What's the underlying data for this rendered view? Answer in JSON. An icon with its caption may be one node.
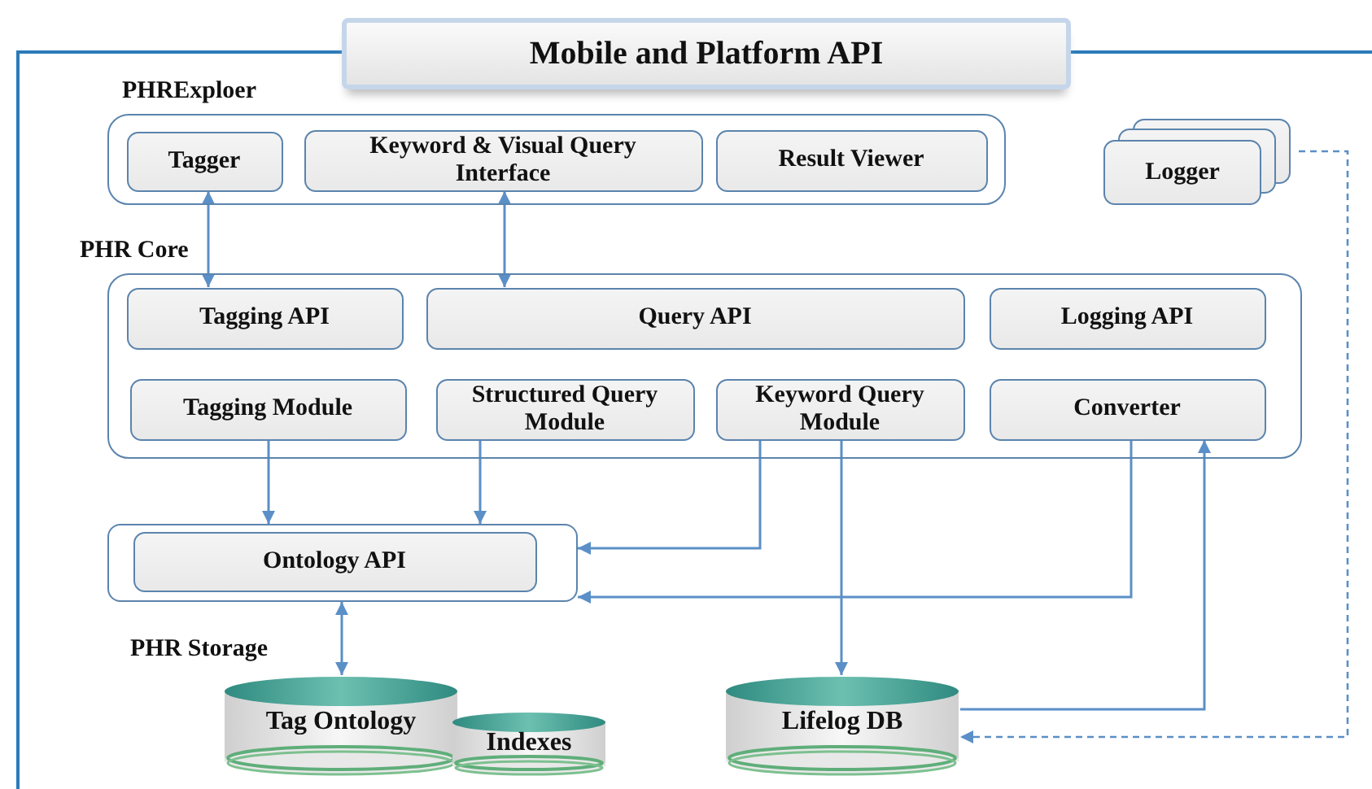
{
  "diagram": {
    "nodes": [
      {
        "text": [
          "Mobile and Platform API"
        ]
      },
      {
        "text": [
          "PHRExploer"
        ],
        "in": 0
      },
      {
        "text": [
          "Tagger"
        ],
        "in": 1
      },
      {
        "text": [
          "Keyword & Visual Query Interface"
        ],
        "in": 1
      },
      {
        "text": [
          "Result Viewer"
        ],
        "in": 1
      },
      {
        "text": [
          "Logger"
        ],
        "in": 0
      },
      {
        "text": [
          "PHR Core"
        ],
        "in": 0
      },
      {
        "text": [
          "Tagging API"
        ],
        "in": 6
      },
      {
        "text": [
          "Query API"
        ],
        "in": 6
      },
      {
        "text": [
          "Logging API"
        ],
        "in": 6
      },
      {
        "text": [
          "Tagging Module"
        ],
        "in": 6
      },
      {
        "text": [
          "Structured Query Module"
        ],
        "in": 6
      },
      {
        "text": [
          "Keyword Query Module"
        ],
        "in": 6
      },
      {
        "text": [
          "Converter"
        ],
        "in": 6
      },
      {
        "text": [],
        "shape": "box",
        "in": 0
      },
      {
        "text": [
          "Ontology API"
        ],
        "in": 14
      },
      {
        "text": [
          "Tag Ontology"
        ],
        "in": 0
      },
      {
        "text": [
          "Indexes"
        ],
        "in": 0
      },
      {
        "text": [
          "Lifelog DB"
        ],
        "in": 0
      }
    ],
    "edges": [
      {
        "from": 7,
        "to": 2,
        "arrow": "both"
      },
      {
        "from": 8,
        "to": 3,
        "arrow": "both"
      },
      {
        "from": 10,
        "to": 14,
        "arrow": "to"
      },
      {
        "from": 11,
        "to": 14,
        "arrow": "to"
      },
      {
        "from": 12,
        "to": 14,
        "arrow": "to"
      },
      {
        "from": 13,
        "to": 14,
        "arrow": "to"
      },
      {
        "from": 12,
        "to": 18,
        "arrow": "to"
      },
      {
        "from": 18,
        "to": 13,
        "arrow": "to"
      },
      {
        "from": 5,
        "to": 18,
        "arrow": "to",
        "style": "dashed"
      },
      {
        "from": 14,
        "to": 16,
        "arrow": "both"
      }
    ],
    "labels": [
      "PHR Storage"
    ]
  }
}
